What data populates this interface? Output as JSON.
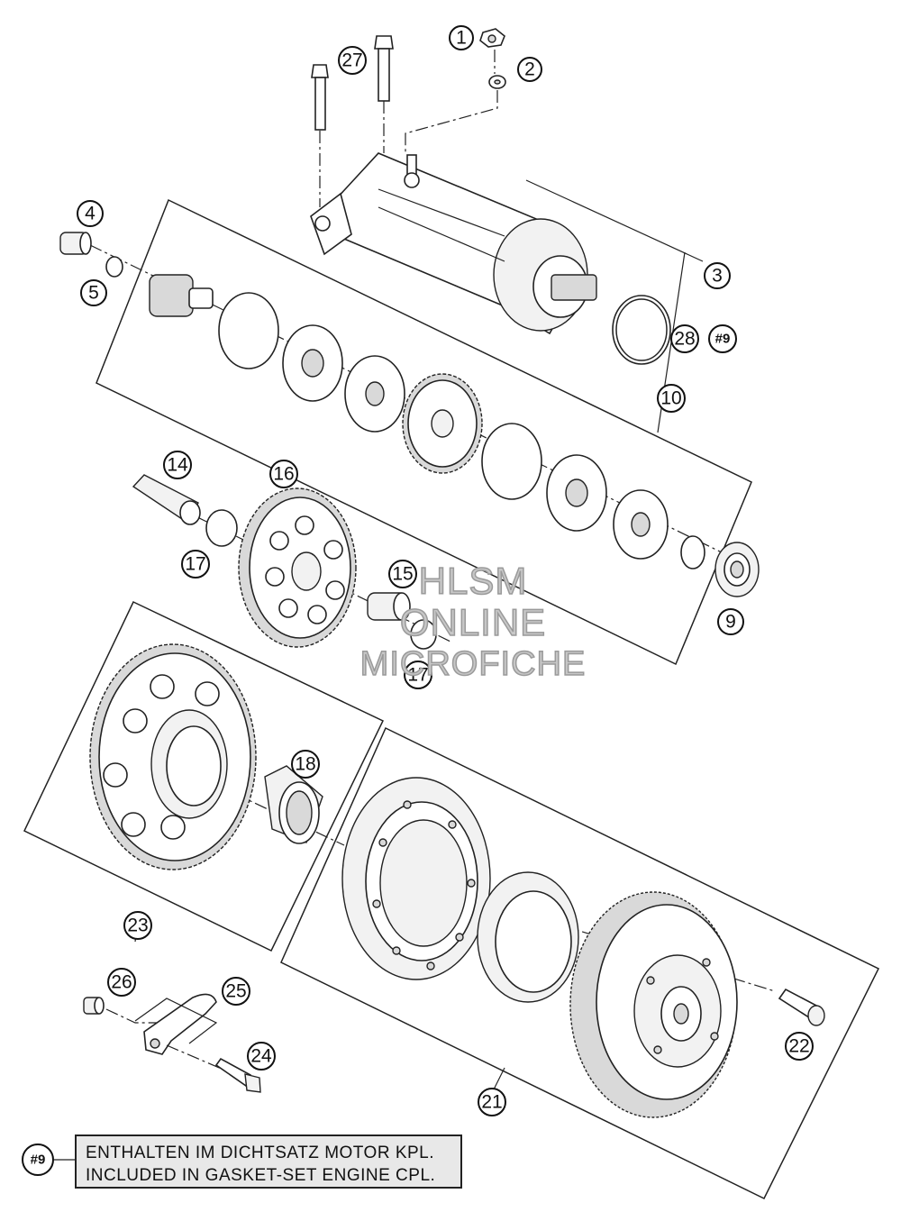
{
  "callouts": [
    {
      "id": "1",
      "label": "1"
    },
    {
      "id": "2",
      "label": "2"
    },
    {
      "id": "3",
      "label": "3"
    },
    {
      "id": "4",
      "label": "4"
    },
    {
      "id": "5",
      "label": "5"
    },
    {
      "id": "9",
      "label": "9"
    },
    {
      "id": "10",
      "label": "10"
    },
    {
      "id": "14",
      "label": "14"
    },
    {
      "id": "15",
      "label": "15"
    },
    {
      "id": "16",
      "label": "16"
    },
    {
      "id": "17a",
      "label": "17"
    },
    {
      "id": "17b",
      "label": "17"
    },
    {
      "id": "18",
      "label": "18"
    },
    {
      "id": "21",
      "label": "21"
    },
    {
      "id": "22",
      "label": "22"
    },
    {
      "id": "23",
      "label": "23"
    },
    {
      "id": "24",
      "label": "24"
    },
    {
      "id": "25",
      "label": "25"
    },
    {
      "id": "26",
      "label": "26"
    },
    {
      "id": "27",
      "label": "27"
    },
    {
      "id": "28",
      "label": "28"
    },
    {
      "id": "hash9a",
      "label": "#9"
    },
    {
      "id": "hash9b",
      "label": "#9"
    }
  ],
  "watermark": {
    "line1": "HLSM",
    "line2": "ONLINE",
    "line3": "MICROFICHE"
  },
  "note": {
    "line_de": "ENTHALTEN IM DICHTSATZ MOTOR KPL.",
    "line_en": "INCLUDED IN GASKET-SET ENGINE CPL."
  },
  "colors": {
    "line": "#222222",
    "watermark": "#c7c7c7",
    "note_bg": "#e8e8e8"
  }
}
